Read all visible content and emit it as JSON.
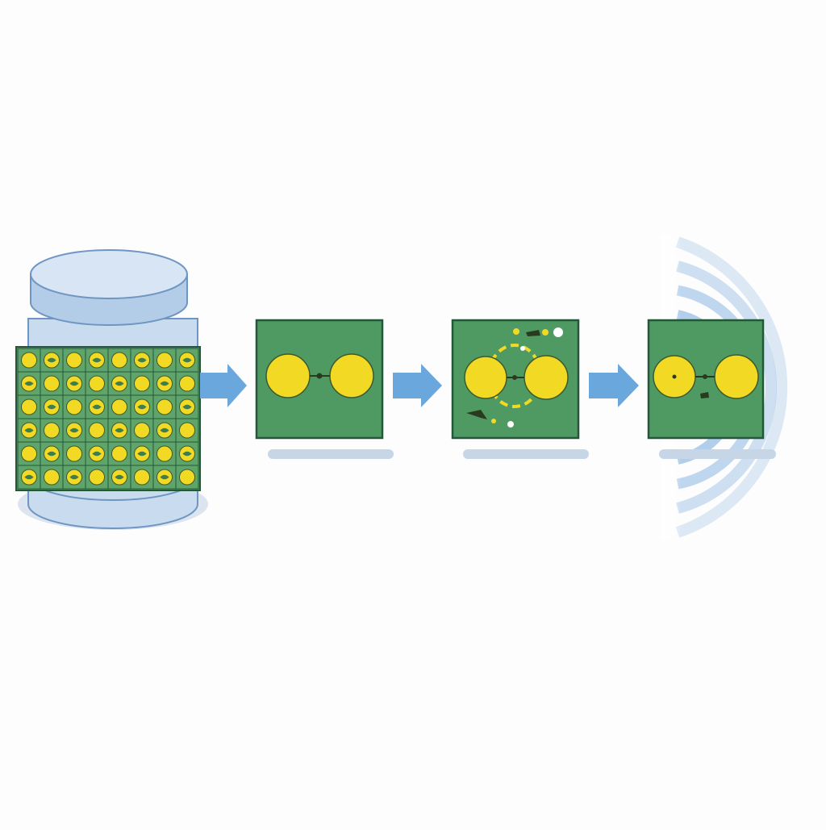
{
  "diagram": {
    "kind": "pipeline",
    "labels": [],
    "colors": {
      "background": "#fdfdfd",
      "database_fill": "#c9dcef",
      "database_edge": "#6f96c2",
      "panel_green": "#4f9a62",
      "panel_edge": "#24573a",
      "grid_green": "#5fa46a",
      "yellow": "#f2d924",
      "arrow_blue": "#6aa7dd",
      "signal_blue": "#9dc2e6",
      "shadow": "#c7d6e6"
    },
    "grid": {
      "rows": 6,
      "cols": 8
    },
    "stages": [
      {
        "id": "source-database",
        "icon": "database-with-image-grid-icon"
      },
      {
        "id": "stage-1",
        "icon": "two-circles-connected-icon"
      },
      {
        "id": "stage-2",
        "icon": "two-circles-with-particles-icon"
      },
      {
        "id": "stage-3",
        "icon": "two-circles-output-icon"
      },
      {
        "id": "output-signal",
        "icon": "broadcast-waves-icon"
      }
    ]
  }
}
